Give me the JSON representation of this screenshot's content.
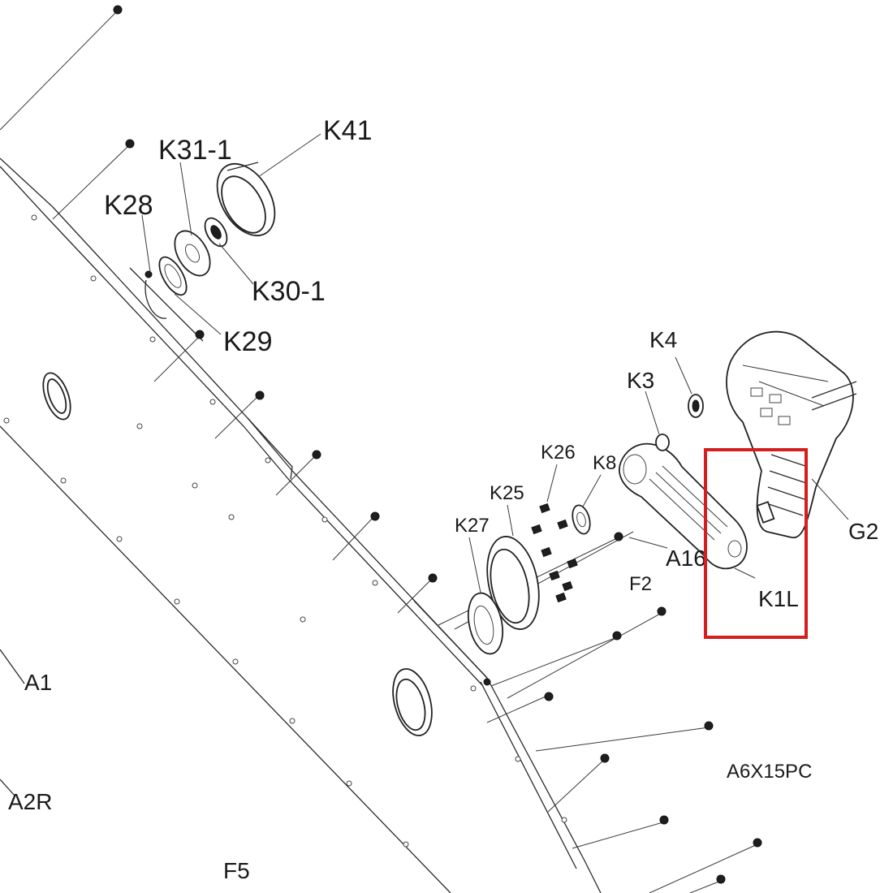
{
  "callouts": {
    "K41": "K41",
    "K31_1": "K31-1",
    "K28": "K28",
    "K30_1": "K30-1",
    "K29": "K29",
    "K4": "K4",
    "K3": "K3",
    "K26": "K26",
    "K8": "K8",
    "K25": "K25",
    "K27": "K27",
    "A16": "A16",
    "F2": "F2",
    "K1L": "K1L",
    "G2": "G2",
    "A1": "A1",
    "A2R": "A2R",
    "A6X15PC": "A6X15PC",
    "F5": "F5"
  },
  "highlight_color": "#d51e1e"
}
